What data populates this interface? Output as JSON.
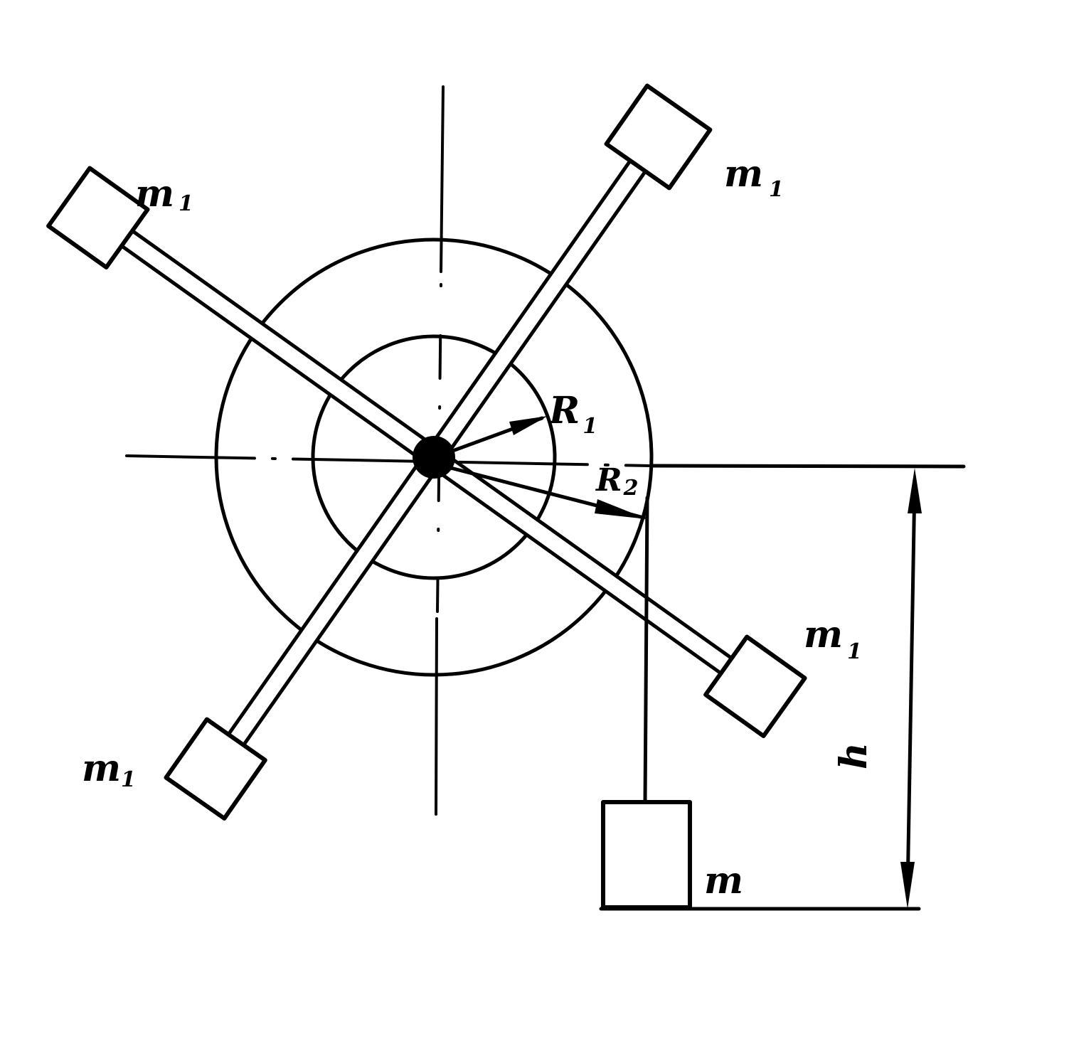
{
  "labels": {
    "m1_top_right": {
      "main": "m",
      "sub": "1"
    },
    "m1_top_left": {
      "main": "m",
      "sub": "1"
    },
    "m1_bottom_right": {
      "main": "m",
      "sub": "1"
    },
    "m1_bottom_left": {
      "main": "m",
      "sub": "1"
    },
    "r1": {
      "main": "R",
      "sub": "1"
    },
    "r2": {
      "main": "R",
      "sub": "2"
    },
    "m": "m",
    "h": "h"
  },
  "colors": {
    "ink": "#000000",
    "paper": "#ffffff"
  }
}
